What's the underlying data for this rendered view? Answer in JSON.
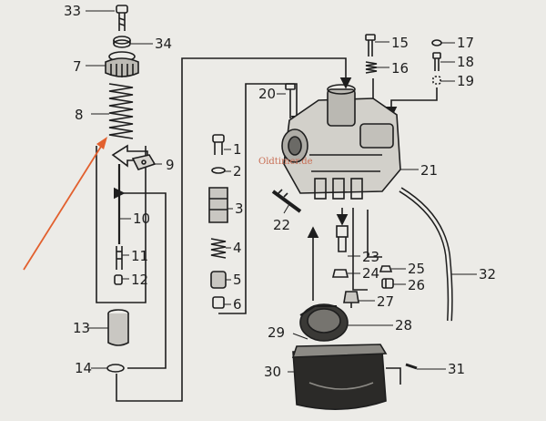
{
  "diagram": {
    "watermark": "Oldtimer.de",
    "parts": [
      {
        "id": "p33",
        "label": "33"
      },
      {
        "id": "p34",
        "label": "34"
      },
      {
        "id": "p7",
        "label": "7"
      },
      {
        "id": "p8",
        "label": "8"
      },
      {
        "id": "p9",
        "label": "9"
      },
      {
        "id": "p10",
        "label": "10"
      },
      {
        "id": "p11",
        "label": "11"
      },
      {
        "id": "p12",
        "label": "12"
      },
      {
        "id": "p13",
        "label": "13"
      },
      {
        "id": "p14",
        "label": "14"
      },
      {
        "id": "p1",
        "label": "1"
      },
      {
        "id": "p2",
        "label": "2"
      },
      {
        "id": "p3",
        "label": "3"
      },
      {
        "id": "p4",
        "label": "4"
      },
      {
        "id": "p5",
        "label": "5"
      },
      {
        "id": "p6",
        "label": "6"
      },
      {
        "id": "p15",
        "label": "15"
      },
      {
        "id": "p16",
        "label": "16"
      },
      {
        "id": "p17",
        "label": "17"
      },
      {
        "id": "p18",
        "label": "18"
      },
      {
        "id": "p19",
        "label": "19"
      },
      {
        "id": "p20",
        "label": "20"
      },
      {
        "id": "p21",
        "label": "21"
      },
      {
        "id": "p22",
        "label": "22"
      },
      {
        "id": "p23",
        "label": "23"
      },
      {
        "id": "p24",
        "label": "24"
      },
      {
        "id": "p25",
        "label": "25"
      },
      {
        "id": "p26",
        "label": "26"
      },
      {
        "id": "p27",
        "label": "27"
      },
      {
        "id": "p28",
        "label": "28"
      },
      {
        "id": "p29",
        "label": "29"
      },
      {
        "id": "p30",
        "label": "30"
      },
      {
        "id": "p31",
        "label": "31"
      },
      {
        "id": "p32",
        "label": "32"
      }
    ],
    "colors": {
      "ink": "#1e1e1e",
      "paper": "#ecebe7",
      "annotation_arrow": "#e2602e",
      "watermark": "#c86e55"
    }
  }
}
